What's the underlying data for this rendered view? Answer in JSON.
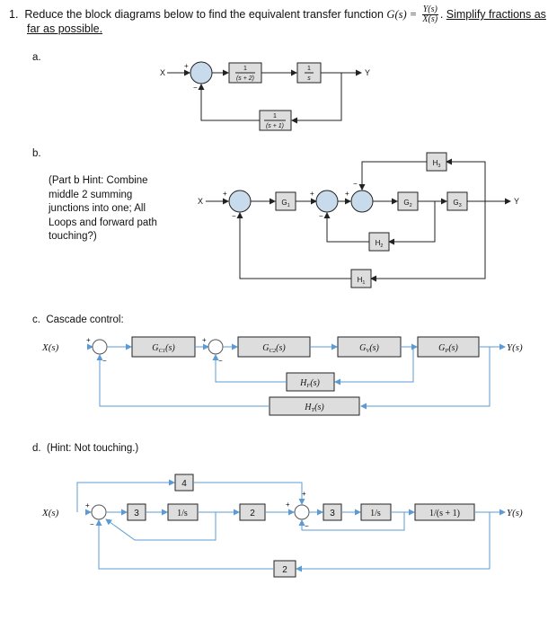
{
  "question": {
    "number": "1.",
    "text": "Reduce the block diagrams below to find the equivalent transfer function",
    "gs": "G(s) =",
    "frac_num": "Y(s)",
    "frac_den": "X(s)",
    "period": ".",
    "simplify": "Simplify fractions as",
    "far": "far as possible."
  },
  "part_a": {
    "label": "a.",
    "input": "X",
    "output": "Y",
    "block1_num": "1",
    "block1_den": "(s + 2)",
    "block2_num": "1",
    "block2_den": "s",
    "feedback_num": "1",
    "feedback_den": "(s + 1)",
    "sum_signs": [
      "+",
      "−"
    ]
  },
  "part_b": {
    "label": "b.",
    "hint_lines": [
      "(Part b Hint: Combine",
      "middle 2 summing",
      "junctions into one; All",
      "Loops and forward path",
      "touching?)"
    ],
    "input": "X",
    "output": "Y",
    "blocks": {
      "g1": "G",
      "g1_sub": "1",
      "g2": "G",
      "g2_sub": "2",
      "g3": "G",
      "g3_sub": "3",
      "h1": "H",
      "h1_sub": "1",
      "h2": "H",
      "h2_sub": "2",
      "h3": "H",
      "h3_sub": "3"
    },
    "sum_signs": [
      "+",
      "−",
      "+",
      "−",
      "+",
      "−"
    ]
  },
  "part_c": {
    "label": "c.",
    "title": "Cascade control:",
    "input": "X(s)",
    "output": "Y(s)",
    "blocks": {
      "gc1": "G",
      "gc1_sub": "C1",
      "gc2": "G",
      "gc2_sub": "C2",
      "gv": "G",
      "gv_sub": "V",
      "gp": "G",
      "gp_sub": "P",
      "hf": "H",
      "hf_sub": "F",
      "ht": "H",
      "ht_sub": "T"
    },
    "arg": "(s)",
    "sum_signs": [
      "+",
      "−",
      "+",
      "−"
    ]
  },
  "part_d": {
    "label": "d.",
    "hint": "(Hint: Not touching.)",
    "input": "X(s)",
    "output": "Y(s)",
    "blocks": {
      "k3a": "3",
      "int1": "1/s",
      "k4": "4",
      "k2a": "2",
      "k3b": "3",
      "int2": "1/s",
      "lag": "1/(s + 1)",
      "k2b": "2"
    },
    "sum_signs": [
      "+",
      "−",
      "+",
      "+",
      "−"
    ]
  },
  "colors": {
    "block_fill": "#dddddd",
    "block_stroke": "#222222",
    "line": "#222222",
    "signal_blue": "#5b9bd5",
    "sum_fill": "#c8dbec"
  }
}
